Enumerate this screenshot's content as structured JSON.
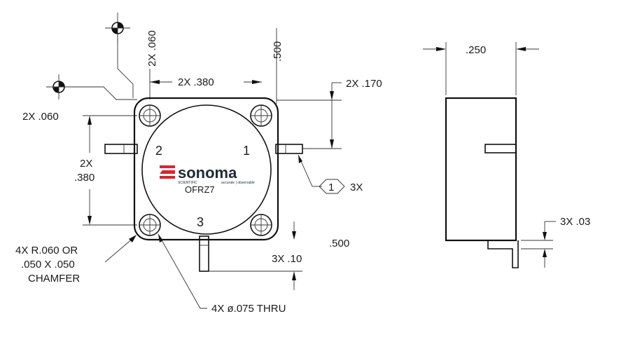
{
  "top_view": {
    "dim_top_tol": "2X .060",
    "dim_width": "2X .380",
    "dim_height_right": ".500",
    "dim_lead_offset": "2X .170",
    "dim_left_hole": "2X .060",
    "dim_left_height_1": "2X",
    "dim_left_height_2": ".380",
    "pin_1": "1",
    "pin_2": "2",
    "pin_3": "3",
    "callout_number": "1",
    "callout_qty": "3X",
    "dim_bottom_500": ".500",
    "dim_lead_len": "3X .10",
    "radius_note_1": "4X R.060 OR",
    "radius_note_2": ".050 X .050",
    "radius_note_3": "CHAMFER",
    "hole_note": "4X ø.075 THRU"
  },
  "logo": {
    "brand": "sonoma",
    "sub_left": "SCIENTIFIC",
    "sub_right": "accurate | observable",
    "model": "OFRZ7",
    "accent_color": "#d7262e",
    "text_color": "#1f2a36"
  },
  "side_view": {
    "dim_thickness": ".250",
    "dim_lead_thk": "3X .03"
  }
}
